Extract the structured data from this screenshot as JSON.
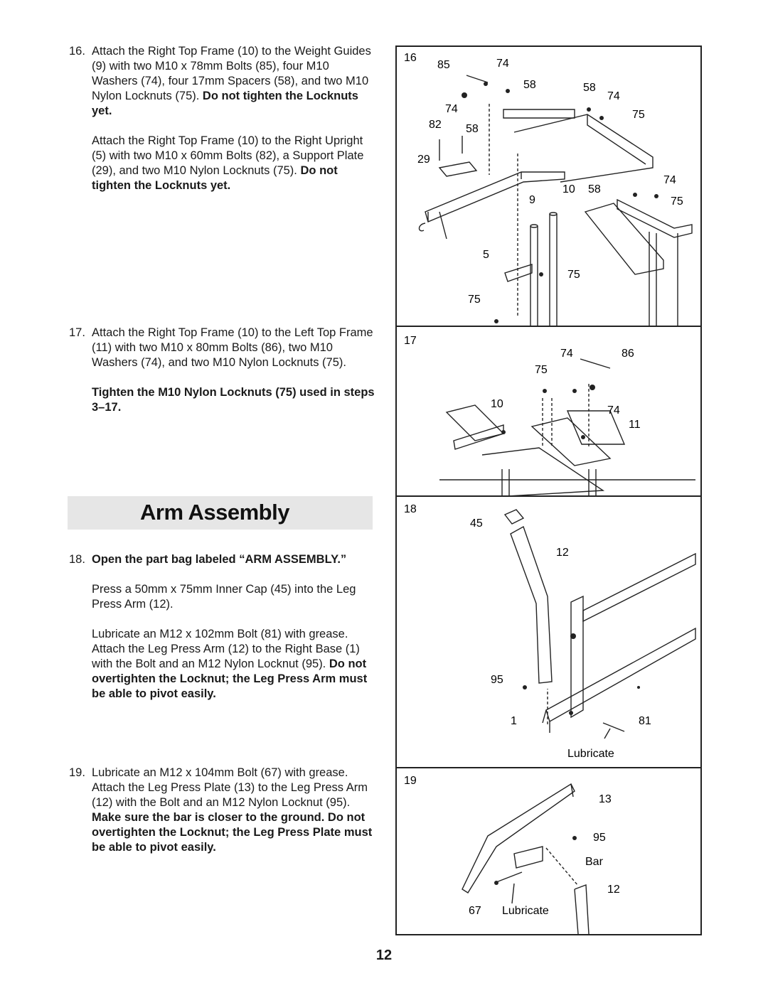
{
  "steps": {
    "s16": {
      "num": "16.",
      "p1_a": "Attach the Right Top Frame (10) to the Weight Guides (9) with two M10 x 78mm Bolts (85), four M10 Washers (74), four 17mm Spacers (58), and two M10 Nylon Locknuts (75). ",
      "p1_b": "Do not tighten the Locknuts yet.",
      "p2_a": "Attach the Right Top Frame (10) to the Right Upright (5) with two M10 x 60mm Bolts (82), a Support Plate (29), and two M10 Nylon Locknuts (75). ",
      "p2_b": "Do not tighten the Locknuts yet."
    },
    "s17": {
      "num": "17.",
      "p1": "Attach the Right Top Frame (10) to the Left Top Frame (11) with two M10 x 80mm Bolts (86), two M10 Washers (74), and two M10 Nylon Locknuts (75).",
      "p2": "Tighten the M10 Nylon Locknuts (75) used in steps 3–17."
    },
    "s18": {
      "num": "18.",
      "p1": "Open the part bag labeled “ARM ASSEMBLY.”",
      "p2": "Press a 50mm x 75mm Inner Cap (45) into the Leg Press Arm (12).",
      "p3_a": "Lubricate an M12 x 102mm Bolt (81) with grease. Attach the Leg Press Arm (12) to the Right Base (1) with the Bolt and an M12 Nylon Locknut (95). ",
      "p3_b": "Do not overtighten the Locknut; the Leg Press Arm must be able to pivot easily."
    },
    "s19": {
      "num": "19.",
      "p1_a": "Lubricate an M12 x 104mm Bolt (67) with grease. Attach the Leg Press Plate (13) to the Leg Press Arm (12) with the Bolt and an M12 Nylon Locknut (95). ",
      "p1_b": "Make sure the bar is closer to the ground. Do not overtighten the Locknut; the Leg Press Plate must be able to pivot easily."
    }
  },
  "section_title": "Arm Assembly",
  "figures": {
    "f16": {
      "num": "16",
      "labels": {
        "a": "85",
        "b": "74",
        "c": "58",
        "d": "58",
        "e": "74",
        "f": "74",
        "g": "75",
        "h": "82",
        "i": "58",
        "j": "29",
        "k": "74",
        "l": "10",
        "m": "58",
        "n": "9",
        "o": "75",
        "p": "5",
        "q": "75",
        "r": "75"
      }
    },
    "f17": {
      "num": "17",
      "labels": {
        "a": "74",
        "b": "86",
        "c": "75",
        "d": "10",
        "e": "74",
        "f": "11"
      }
    },
    "f18": {
      "num": "18",
      "labels": {
        "a": "45",
        "b": "12",
        "c": "95",
        "d": "1",
        "e": "81",
        "f": "Lubricate"
      }
    },
    "f19": {
      "num": "19",
      "labels": {
        "a": "13",
        "b": "95",
        "c": "Bar",
        "d": "12",
        "e": "67",
        "f": "Lubricate"
      }
    }
  },
  "page_number": "12"
}
